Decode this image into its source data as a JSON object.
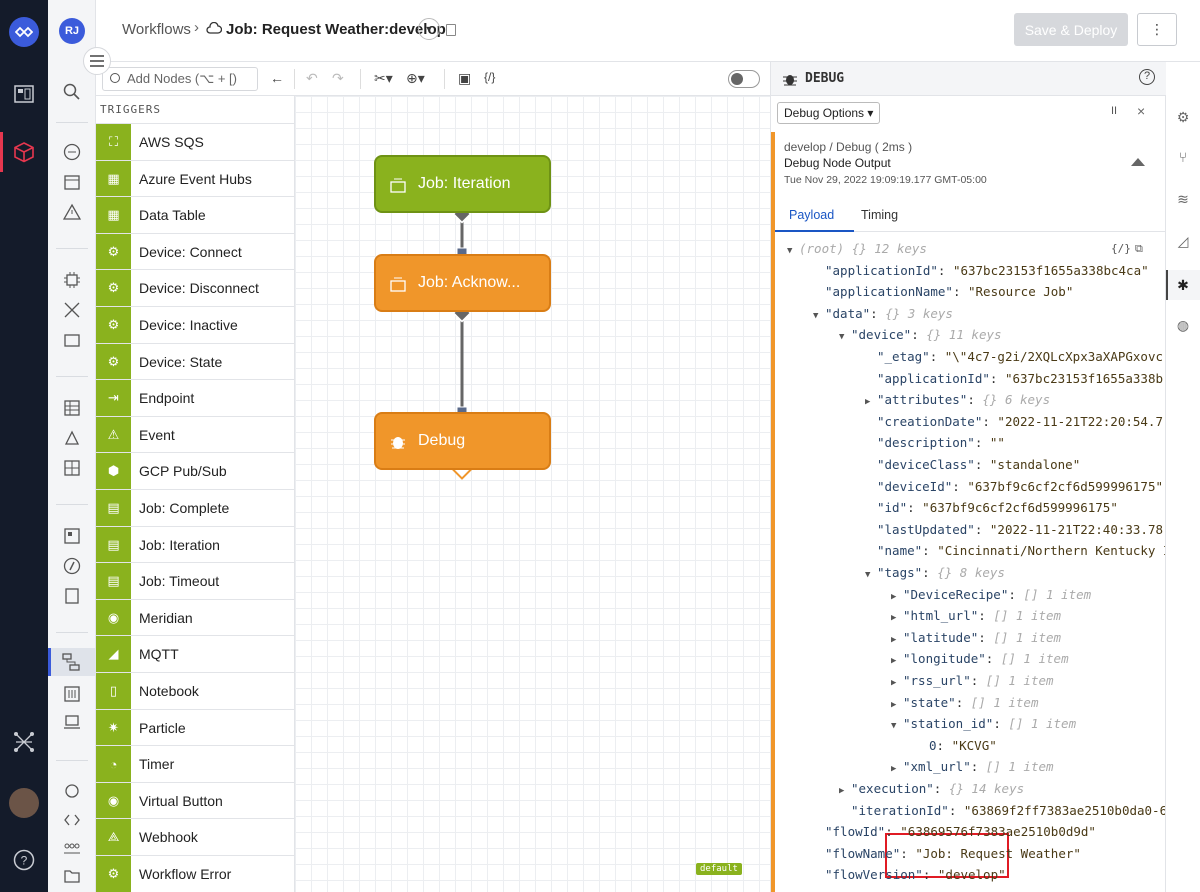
{
  "app": {
    "user_initials": "RJ"
  },
  "breadcrumb": {
    "root": "Workflows",
    "separator": "›",
    "current": "Job: Request Weather:develop"
  },
  "header": {
    "save_label": "Save & Deploy",
    "more_label": "⋮"
  },
  "toolbar": {
    "search_placeholder": "Add Nodes (⌥ + [)"
  },
  "palette": {
    "section_title": "TRIGGERS",
    "items": [
      {
        "label": "AWS SQS",
        "icon": "aws-icon"
      },
      {
        "label": "Azure Event Hubs",
        "icon": "azure-icon"
      },
      {
        "label": "Data Table",
        "icon": "table-icon"
      },
      {
        "label": "Device: Connect",
        "icon": "device-icon"
      },
      {
        "label": "Device: Disconnect",
        "icon": "device-icon"
      },
      {
        "label": "Device: Inactive",
        "icon": "device-icon"
      },
      {
        "label": "Device: State",
        "icon": "device-icon"
      },
      {
        "label": "Endpoint",
        "icon": "endpoint-icon"
      },
      {
        "label": "Event",
        "icon": "warning-icon"
      },
      {
        "label": "GCP Pub/Sub",
        "icon": "gcp-icon"
      },
      {
        "label": "Job: Complete",
        "icon": "job-icon"
      },
      {
        "label": "Job: Iteration",
        "icon": "job-icon"
      },
      {
        "label": "Job: Timeout",
        "icon": "job-icon"
      },
      {
        "label": "Meridian",
        "icon": "meridian-icon"
      },
      {
        "label": "MQTT",
        "icon": "mqtt-icon"
      },
      {
        "label": "Notebook",
        "icon": "notebook-icon"
      },
      {
        "label": "Particle",
        "icon": "particle-icon"
      },
      {
        "label": "Timer",
        "icon": "timer-icon"
      },
      {
        "label": "Virtual Button",
        "icon": "button-icon"
      },
      {
        "label": "Webhook",
        "icon": "webhook-icon"
      },
      {
        "label": "Workflow Error",
        "icon": "error-icon"
      }
    ]
  },
  "canvas": {
    "nodes": [
      {
        "label": "Job: Iteration",
        "color": "#8ab21e"
      },
      {
        "label": "Job: Acknow...",
        "color": "#f0962a"
      },
      {
        "label": "Debug",
        "color": "#f0962a"
      }
    ],
    "default_tag": "default"
  },
  "debug": {
    "title": "DEBUG",
    "options_label": "Debug Options",
    "pause_label": "II",
    "close_label": "×",
    "message": {
      "meta": "develop / Debug ( 2ms )",
      "title": "Debug Node Output",
      "date": "Tue Nov 29, 2022 19:09:19.177 GMT-05:00"
    },
    "tabs": [
      "Payload",
      "Timing"
    ],
    "tree": [
      {
        "indent": 0,
        "arrow": "▼",
        "key": "(root)",
        "meta": "{}  12 keys",
        "root": true
      },
      {
        "indent": 1,
        "key": "\"applicationId\"",
        "value": "\"637bc23153f1655a338bc4ca\""
      },
      {
        "indent": 1,
        "key": "\"applicationName\"",
        "value": "\"Resource Job\""
      },
      {
        "indent": 1,
        "arrow": "▼",
        "key": "\"data\"",
        "meta": "{}  3 keys"
      },
      {
        "indent": 2,
        "arrow": "▼",
        "key": "\"device\"",
        "meta": "{}  11 keys"
      },
      {
        "indent": 3,
        "key": "\"_etag\"",
        "value": "\"\\\"4c7-g2i/2XQLcXpx3aXAPGxovc"
      },
      {
        "indent": 3,
        "key": "\"applicationId\"",
        "value": "\"637bc23153f1655a338b"
      },
      {
        "indent": 3,
        "arrow": "▶",
        "key": "\"attributes\"",
        "meta": "{}  6 keys"
      },
      {
        "indent": 3,
        "key": "\"creationDate\"",
        "value": "\"2022-11-21T22:20:54.7"
      },
      {
        "indent": 3,
        "key": "\"description\"",
        "value": "\"\""
      },
      {
        "indent": 3,
        "key": "\"deviceClass\"",
        "value": "\"standalone\""
      },
      {
        "indent": 3,
        "key": "\"deviceId\"",
        "value": "\"637bf9c6cf2cf6d599996175\""
      },
      {
        "indent": 3,
        "key": "\"id\"",
        "value": "\"637bf9c6cf2cf6d599996175\""
      },
      {
        "indent": 3,
        "key": "\"lastUpdated\"",
        "value": "\"2022-11-21T22:40:33.78"
      },
      {
        "indent": 3,
        "key": "\"name\"",
        "value": "\"Cincinnati/Northern Kentucky I"
      },
      {
        "indent": 3,
        "arrow": "▼",
        "key": "\"tags\"",
        "meta": "{}  8 keys"
      },
      {
        "indent": 4,
        "arrow": "▶",
        "key": "\"DeviceRecipe\"",
        "meta": "[]  1 item"
      },
      {
        "indent": 4,
        "arrow": "▶",
        "key": "\"html_url\"",
        "meta": "[]  1 item"
      },
      {
        "indent": 4,
        "arrow": "▶",
        "key": "\"latitude\"",
        "meta": "[]  1 item"
      },
      {
        "indent": 4,
        "arrow": "▶",
        "key": "\"longitude\"",
        "meta": "[]  1 item"
      },
      {
        "indent": 4,
        "arrow": "▶",
        "key": "\"rss_url\"",
        "meta": "[]  1 item"
      },
      {
        "indent": 4,
        "arrow": "▶",
        "key": "\"state\"",
        "meta": "[]  1 item"
      },
      {
        "indent": 4,
        "arrow": "▼",
        "key": "\"station_id\"",
        "meta": "[]  1 item"
      },
      {
        "indent": 5,
        "key": "0",
        "value": "\"KCVG\""
      },
      {
        "indent": 4,
        "arrow": "▶",
        "key": "\"xml_url\"",
        "meta": "[]  1 item"
      },
      {
        "indent": 2,
        "arrow": "▶",
        "key": "\"execution\"",
        "meta": "{}  14 keys"
      },
      {
        "indent": 2,
        "key": "\"iterationId\"",
        "value": "\"63869f2ff7383ae2510b0da0-6"
      },
      {
        "indent": 1,
        "key": "\"flowId\"",
        "value": "\"63869576f7383ae2510b0d9d\""
      },
      {
        "indent": 1,
        "key": "\"flowName\"",
        "value": "\"Job: Request Weather\""
      },
      {
        "indent": 1,
        "key": "\"flowVersion\"",
        "value": "\"develop\""
      }
    ]
  },
  "colors": {
    "accent": "#3b5bdb",
    "trigger_green": "#8ab21e",
    "node_orange": "#f0962a",
    "highlight_red": "#e01b24"
  }
}
